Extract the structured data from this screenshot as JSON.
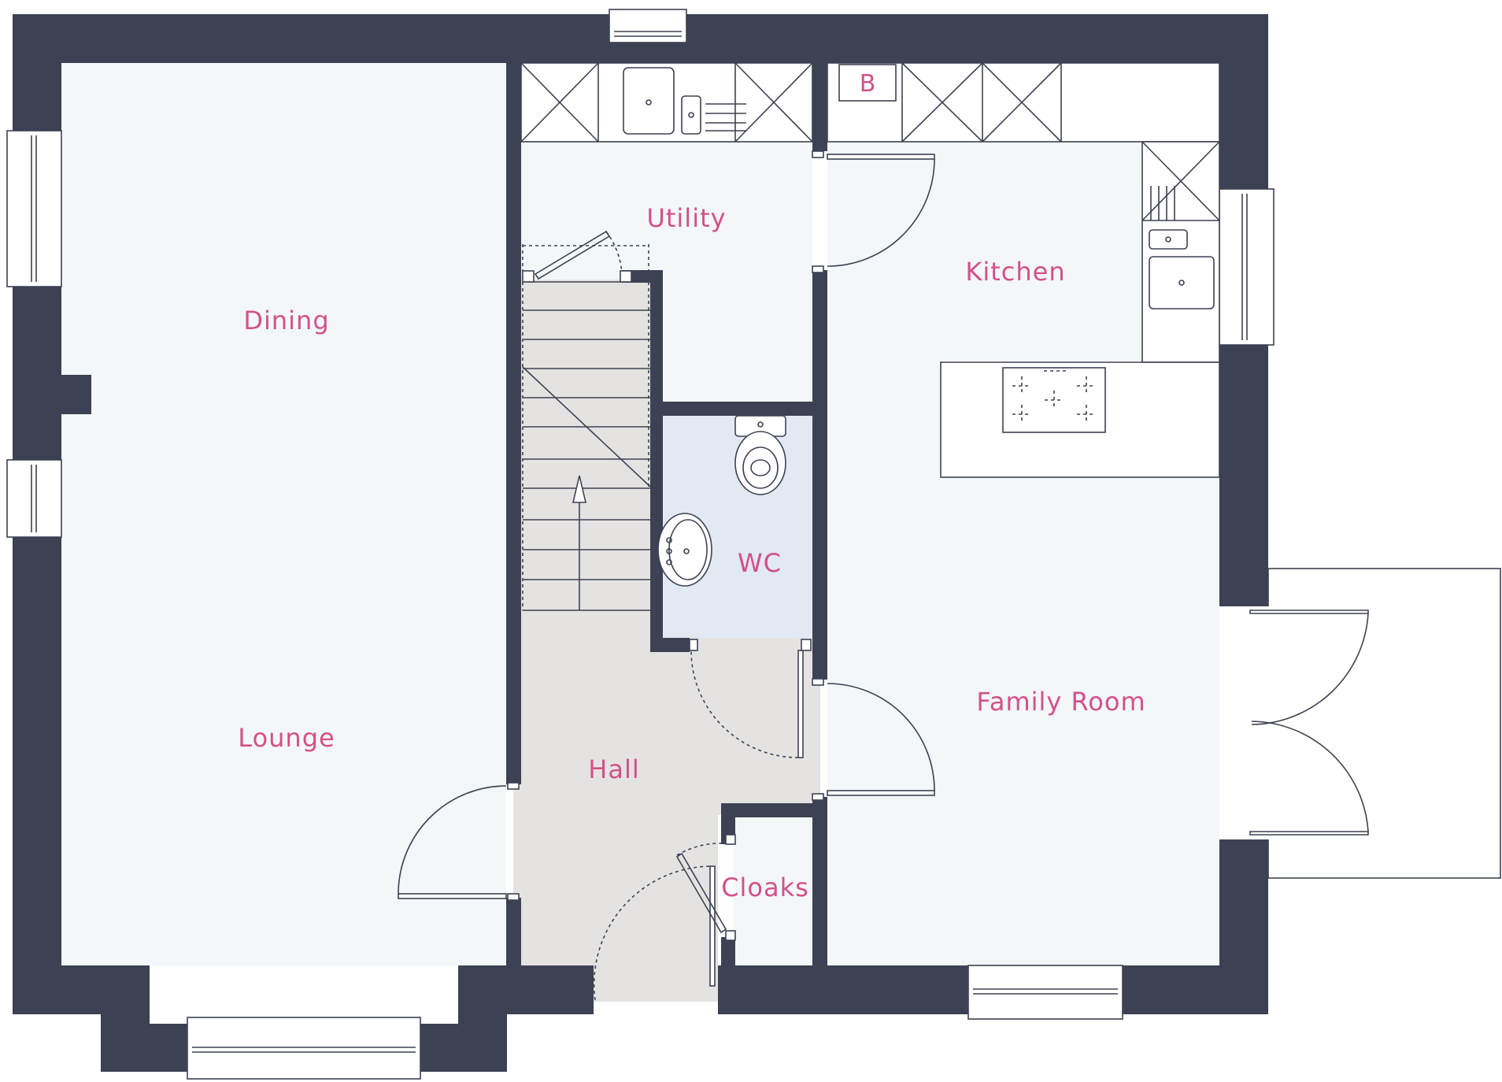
{
  "colors": {
    "wall": "#3c4254",
    "floor": "#f3f7f9",
    "hall_floor": "#e5e3e2",
    "wc_floor": "#e3e9f3",
    "label": "#d4508a"
  },
  "rooms": {
    "dining": "Dining",
    "lounge": "Lounge",
    "utility": "Utility",
    "kitchen": "Kitchen",
    "wc": "WC",
    "hall": "Hall",
    "cloaks": "Cloaks",
    "family_room": "Family Room"
  },
  "appliances": {
    "boiler": "B"
  }
}
